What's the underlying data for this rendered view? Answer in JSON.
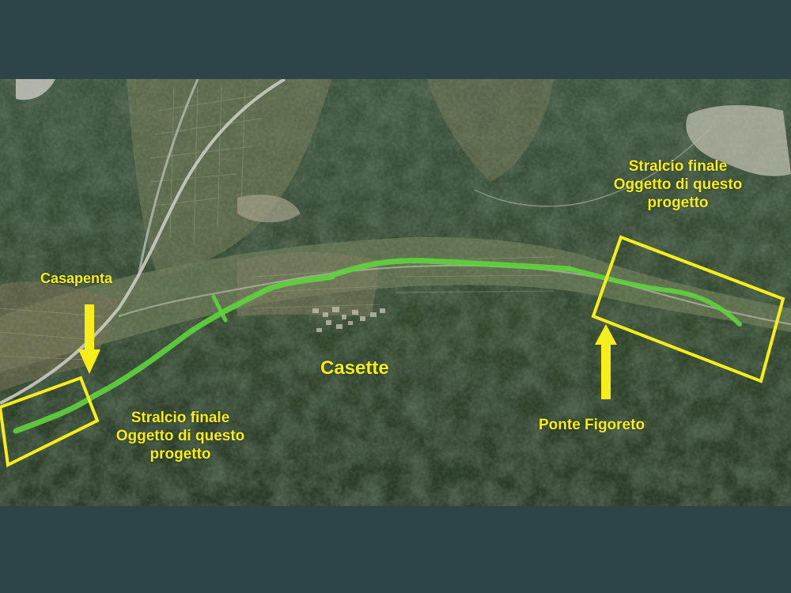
{
  "colors": {
    "background": "#2d4448",
    "label": "#f5ee1a",
    "route": "#5fd43c",
    "box": "#f5ee1a"
  },
  "labels": {
    "stralcio_right": [
      "Stralcio finale",
      "Oggetto di questo",
      "progetto"
    ],
    "stralcio_left": [
      "Stralcio finale",
      "Oggetto di questo",
      "progetto"
    ],
    "casapenta": "Casapenta",
    "casette": "Casette",
    "ponte_figoreto": "Ponte Figoreto"
  },
  "icons": {
    "casapenta_arrow": "arrow-down-icon",
    "ponte_arrow": "arrow-up-icon"
  }
}
